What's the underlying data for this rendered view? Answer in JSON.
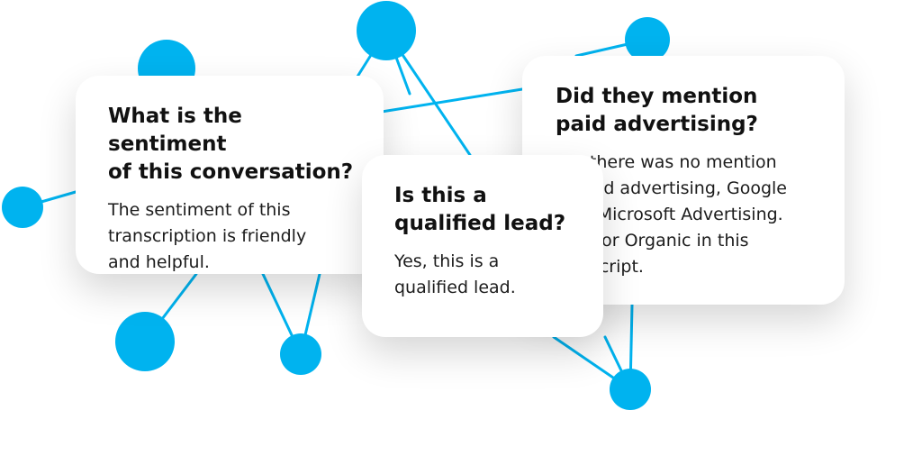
{
  "network": {
    "node_color": "#00b3ef",
    "line_color": "#00b3ef"
  },
  "cards": [
    {
      "id": "sentiment",
      "question": "What is the sentiment\nof this conversation?",
      "answer": "The sentiment of this\ntranscription is friendly\nand helpful."
    },
    {
      "id": "advertising",
      "question": "Did they mention\npaid advertising?",
      "answer": "No, there was no mention\nof paid advertising, Google\nAds, Microsoft Advertising.\nSEO, or Organic in this\ntranscript."
    },
    {
      "id": "lead",
      "question": "Is this a\nqualified lead?",
      "answer": "Yes, this is a\nqualified lead."
    }
  ]
}
